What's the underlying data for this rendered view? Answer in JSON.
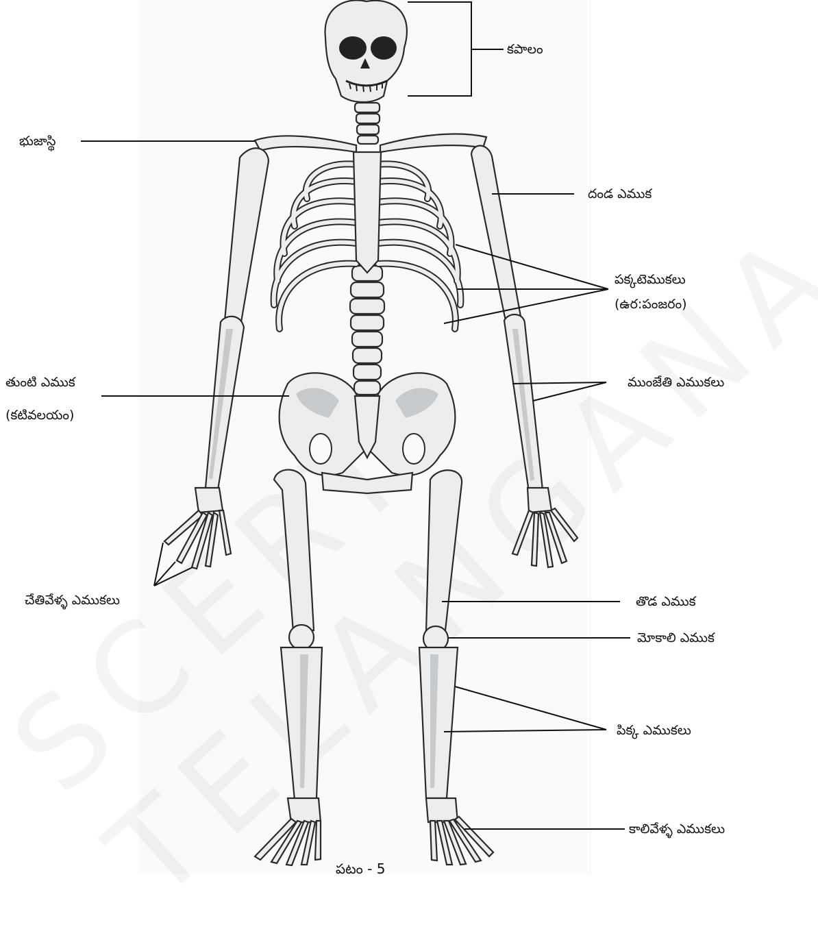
{
  "labels": {
    "skull": "కపాలం",
    "clavicle": "భుజాస్థి",
    "humerus": "దండ ఎముక",
    "ribs": "పక్కటెముకలు",
    "ribcage": "(ఉర:పంజరం)",
    "forearm": "ముంజేతి ఎముకలు",
    "pelvis": "తుంటి ఎముక",
    "pelvis_sub": "(కటివలయం)",
    "fingers": "చేతివేళ్ళ ఎముకలు",
    "femur": "తొడ ఎముక",
    "kneecap": "మోకాలి ఎముక",
    "shin": "పిక్క ఎముకలు",
    "toes": "కాలివేళ్ళ ఎముకలు"
  },
  "caption": "పటం - 5",
  "watermark": "SCERT TELANGANA",
  "colors": {
    "bone": "#ecedee",
    "shade": "#c7cacd",
    "outline": "#2a2a2a",
    "line": "#111111"
  }
}
